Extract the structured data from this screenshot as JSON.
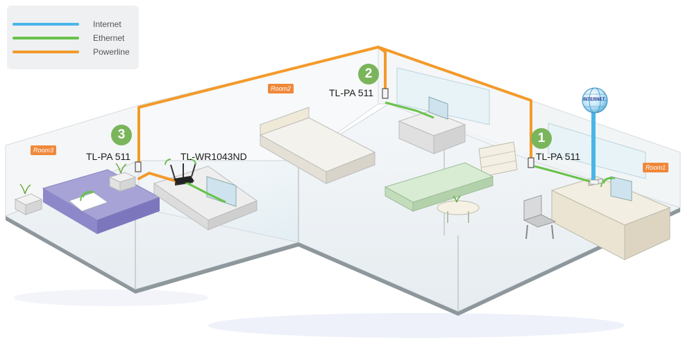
{
  "legend": {
    "items": [
      {
        "label": "Internet",
        "color": "#49b6e8"
      },
      {
        "label": "Ethernet",
        "color": "#67c24a"
      },
      {
        "label": "Powerline",
        "color": "#f39a2a"
      }
    ]
  },
  "rooms": {
    "room1": "Room1",
    "room2": "Room2",
    "room3": "Room3"
  },
  "badges": {
    "one": "1",
    "two": "2",
    "three": "3"
  },
  "devices": {
    "adapter_room1": "TL-PA 511",
    "adapter_room2": "TL-PA 511",
    "adapter_room3": "TL-PA 511",
    "router": "TL-WR1043ND"
  },
  "globe": {
    "label": "INTERNET"
  },
  "colors": {
    "internet": "#49b6e8",
    "ethernet": "#67c24a",
    "powerline": "#f39a2a",
    "badge": "#7ab55c",
    "room_tag": "#f0883a"
  }
}
